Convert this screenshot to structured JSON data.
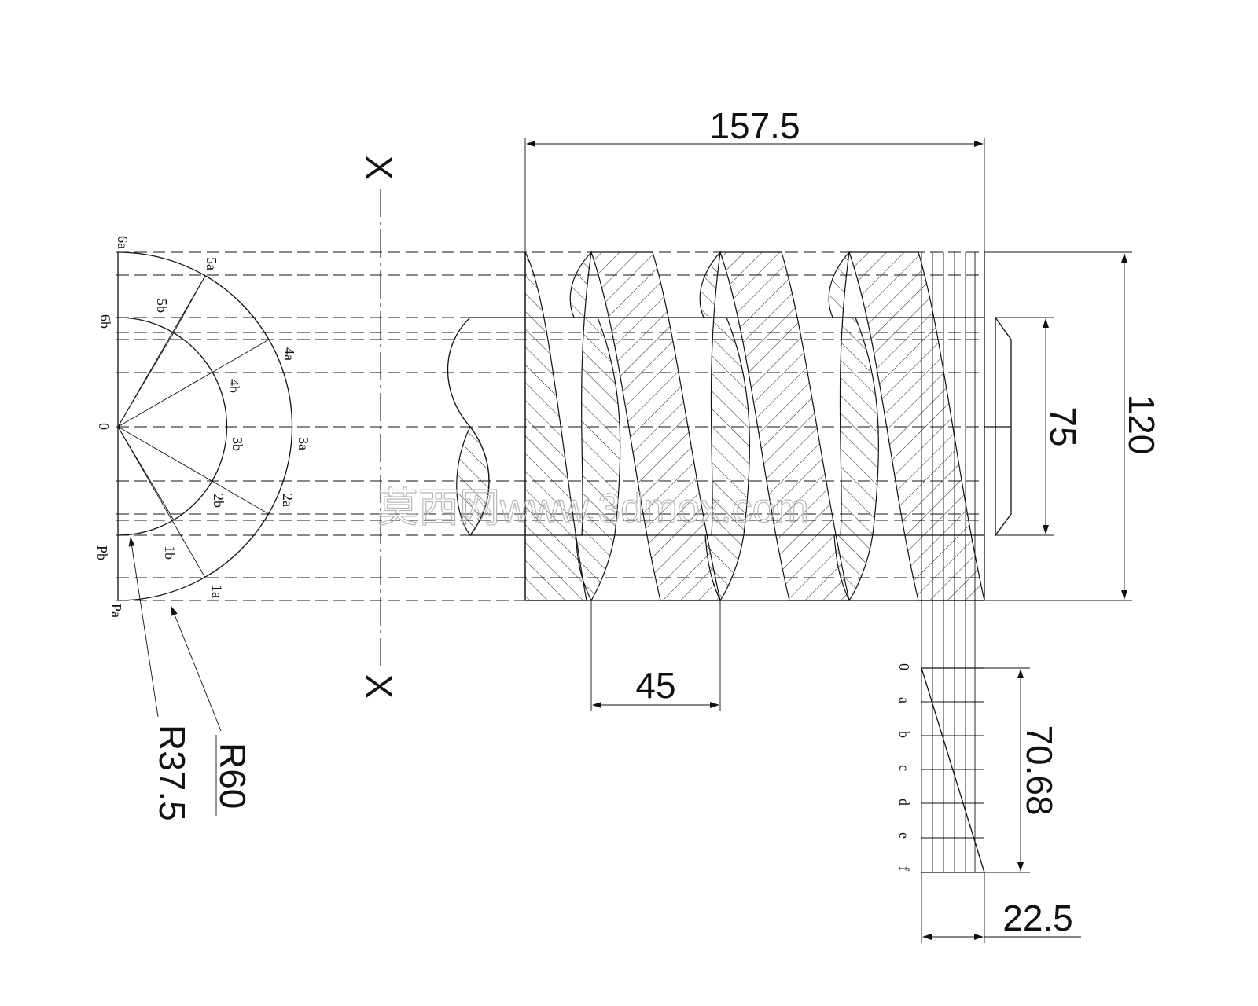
{
  "dimensions": {
    "total_length": "157.5",
    "inner_diameter": "75",
    "outer_diameter": "120",
    "pitch": "45",
    "height": "70.68",
    "width": "22.5",
    "radius_inner": "R37.5",
    "radius_outer": "R60"
  },
  "axis": {
    "top_label": "X",
    "bottom_label": "X"
  },
  "left_points": {
    "p6a": "6a",
    "p5a": "5a",
    "p5b": "5b",
    "p6b": "6b",
    "p4a": "4a",
    "p4b": "4b",
    "p0": "0",
    "p3b": "3b",
    "p3a": "3a",
    "p2b": "2b",
    "p2a": "2a",
    "pPb": "Pb",
    "p1b": "1b",
    "p1a": "1a",
    "pPa": "Pa"
  },
  "table_labels": {
    "r0": "0",
    "r1": "a",
    "r2": "b",
    "r3": "c",
    "r4": "d",
    "r5": "e",
    "r6": "f"
  },
  "watermark": "莫西网www.3dmox.com"
}
